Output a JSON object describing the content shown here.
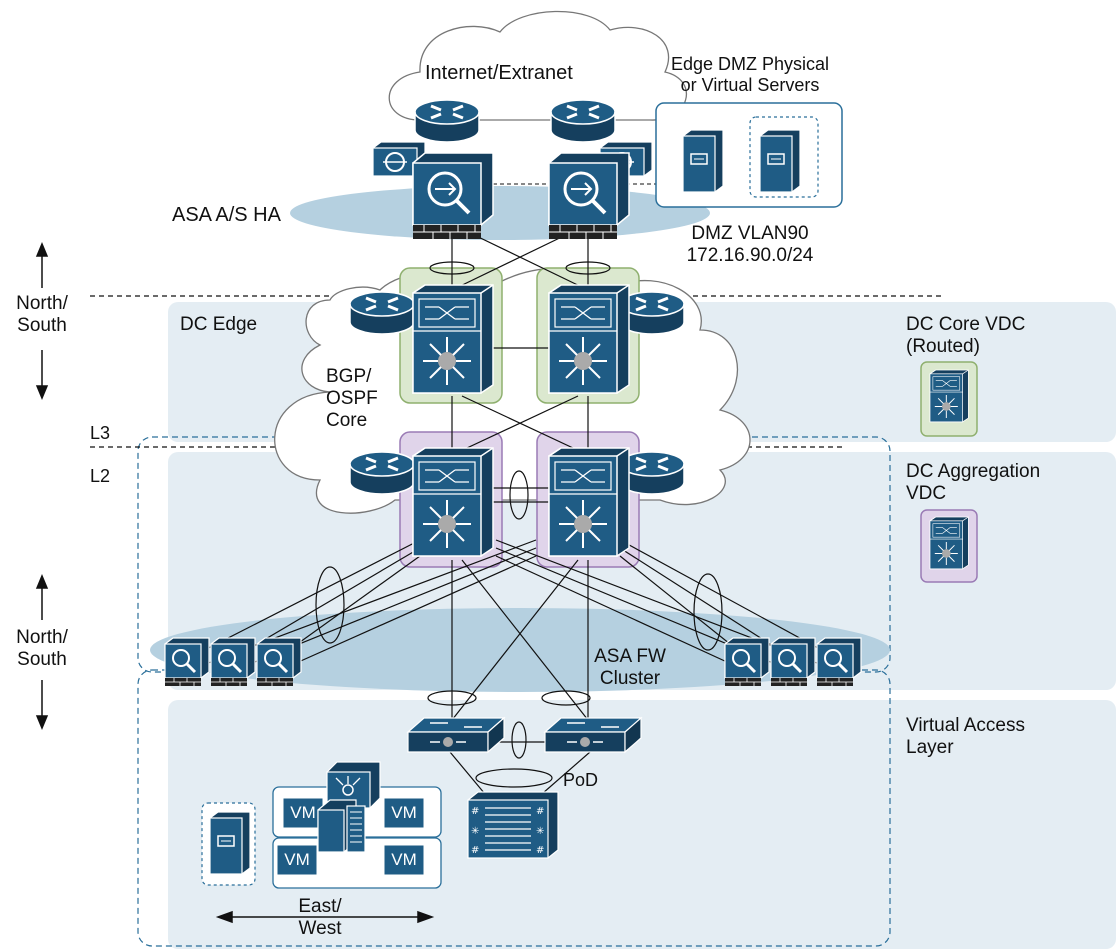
{
  "labels": {
    "internet": "Internet/Extranet",
    "dmz_servers": "Edge DMZ Physical\nor Virtual Servers",
    "asa_ha": "ASA A/S HA",
    "dmz_vlan": "DMZ VLAN90\n172.16.90.0/24",
    "north_south_top": "North/\nSouth",
    "dc_edge": "DC Edge",
    "dc_core_vdc": "DC Core VDC\n(Routed)",
    "bgp_ospf": "BGP/\nOSPF\nCore",
    "l3": "L3",
    "l2": "L2",
    "dc_agg_vdc": "DC Aggregation\nVDC",
    "north_south_bottom": "North/\nSouth",
    "asa_fw_cluster": "ASA FW\nCluster",
    "virtual_access": "Virtual Access\nLayer",
    "pod": "PoD",
    "vm": "VM",
    "east_west": "East/\nWest"
  },
  "colors": {
    "device_blue": "#1f5c85",
    "device_dark": "#153f5e",
    "layer_band": "#e4edf3",
    "ha_ellipse": "#b5d0e0",
    "core_vdc": "#dbe8cf",
    "core_vdc_border": "#8fb06f",
    "agg_vdc": "#e0d4ea",
    "agg_vdc_border": "#9a7bb5",
    "dashed_border": "#2a6f9a"
  },
  "icons": [
    "router-icon",
    "firewall-icon",
    "nexus-switch-icon",
    "server-icon",
    "asa-firewall-icon",
    "access-switch-icon",
    "vm-icon",
    "virtual-switch-icon"
  ]
}
